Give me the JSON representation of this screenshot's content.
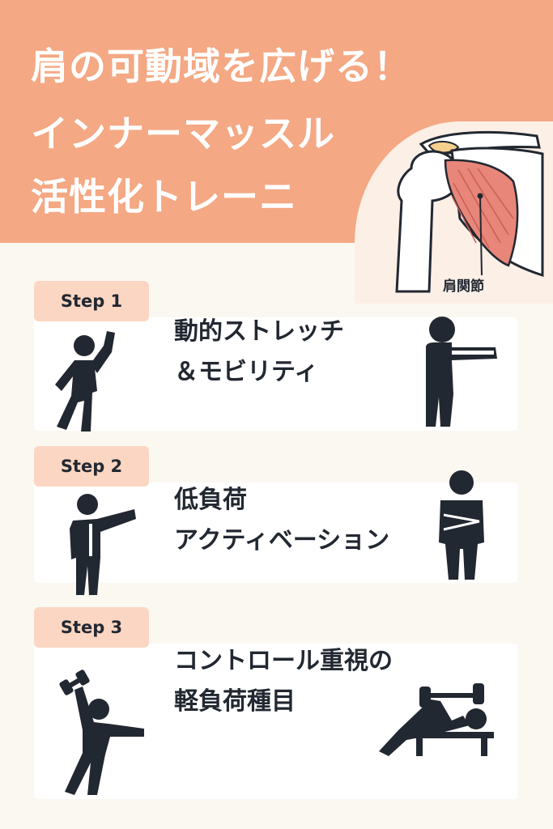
{
  "title": {
    "line1": "肩の可動域を広げる！",
    "line2": "インナーマッスル",
    "line3": "活性化トレーニ"
  },
  "illustration": {
    "label": "肩関節",
    "icon": "shoulder-joint-illustration"
  },
  "steps": [
    {
      "badge": "Step 1",
      "line1": "動的ストレッチ",
      "line2": "＆モビリティ",
      "icons": [
        "arm-raise-figure-icon",
        "arm-extend-figure-icon"
      ]
    },
    {
      "badge": "Step 2",
      "line1": "低負荷",
      "line2": "アクティベーション",
      "icons": [
        "arm-point-figure-icon",
        "arms-crossed-figure-icon"
      ]
    },
    {
      "badge": "Step 3",
      "line1": "コントロール重視の",
      "line2": "軽負荷種目",
      "icons": [
        "dumbbell-press-figure-icon",
        "bench-press-figure-icon"
      ]
    }
  ],
  "colors": {
    "header": "#f4a883",
    "badge": "#fbd6c2",
    "background": "#fbf8f2",
    "figure": "#222831",
    "muscle": "#e8867a"
  }
}
